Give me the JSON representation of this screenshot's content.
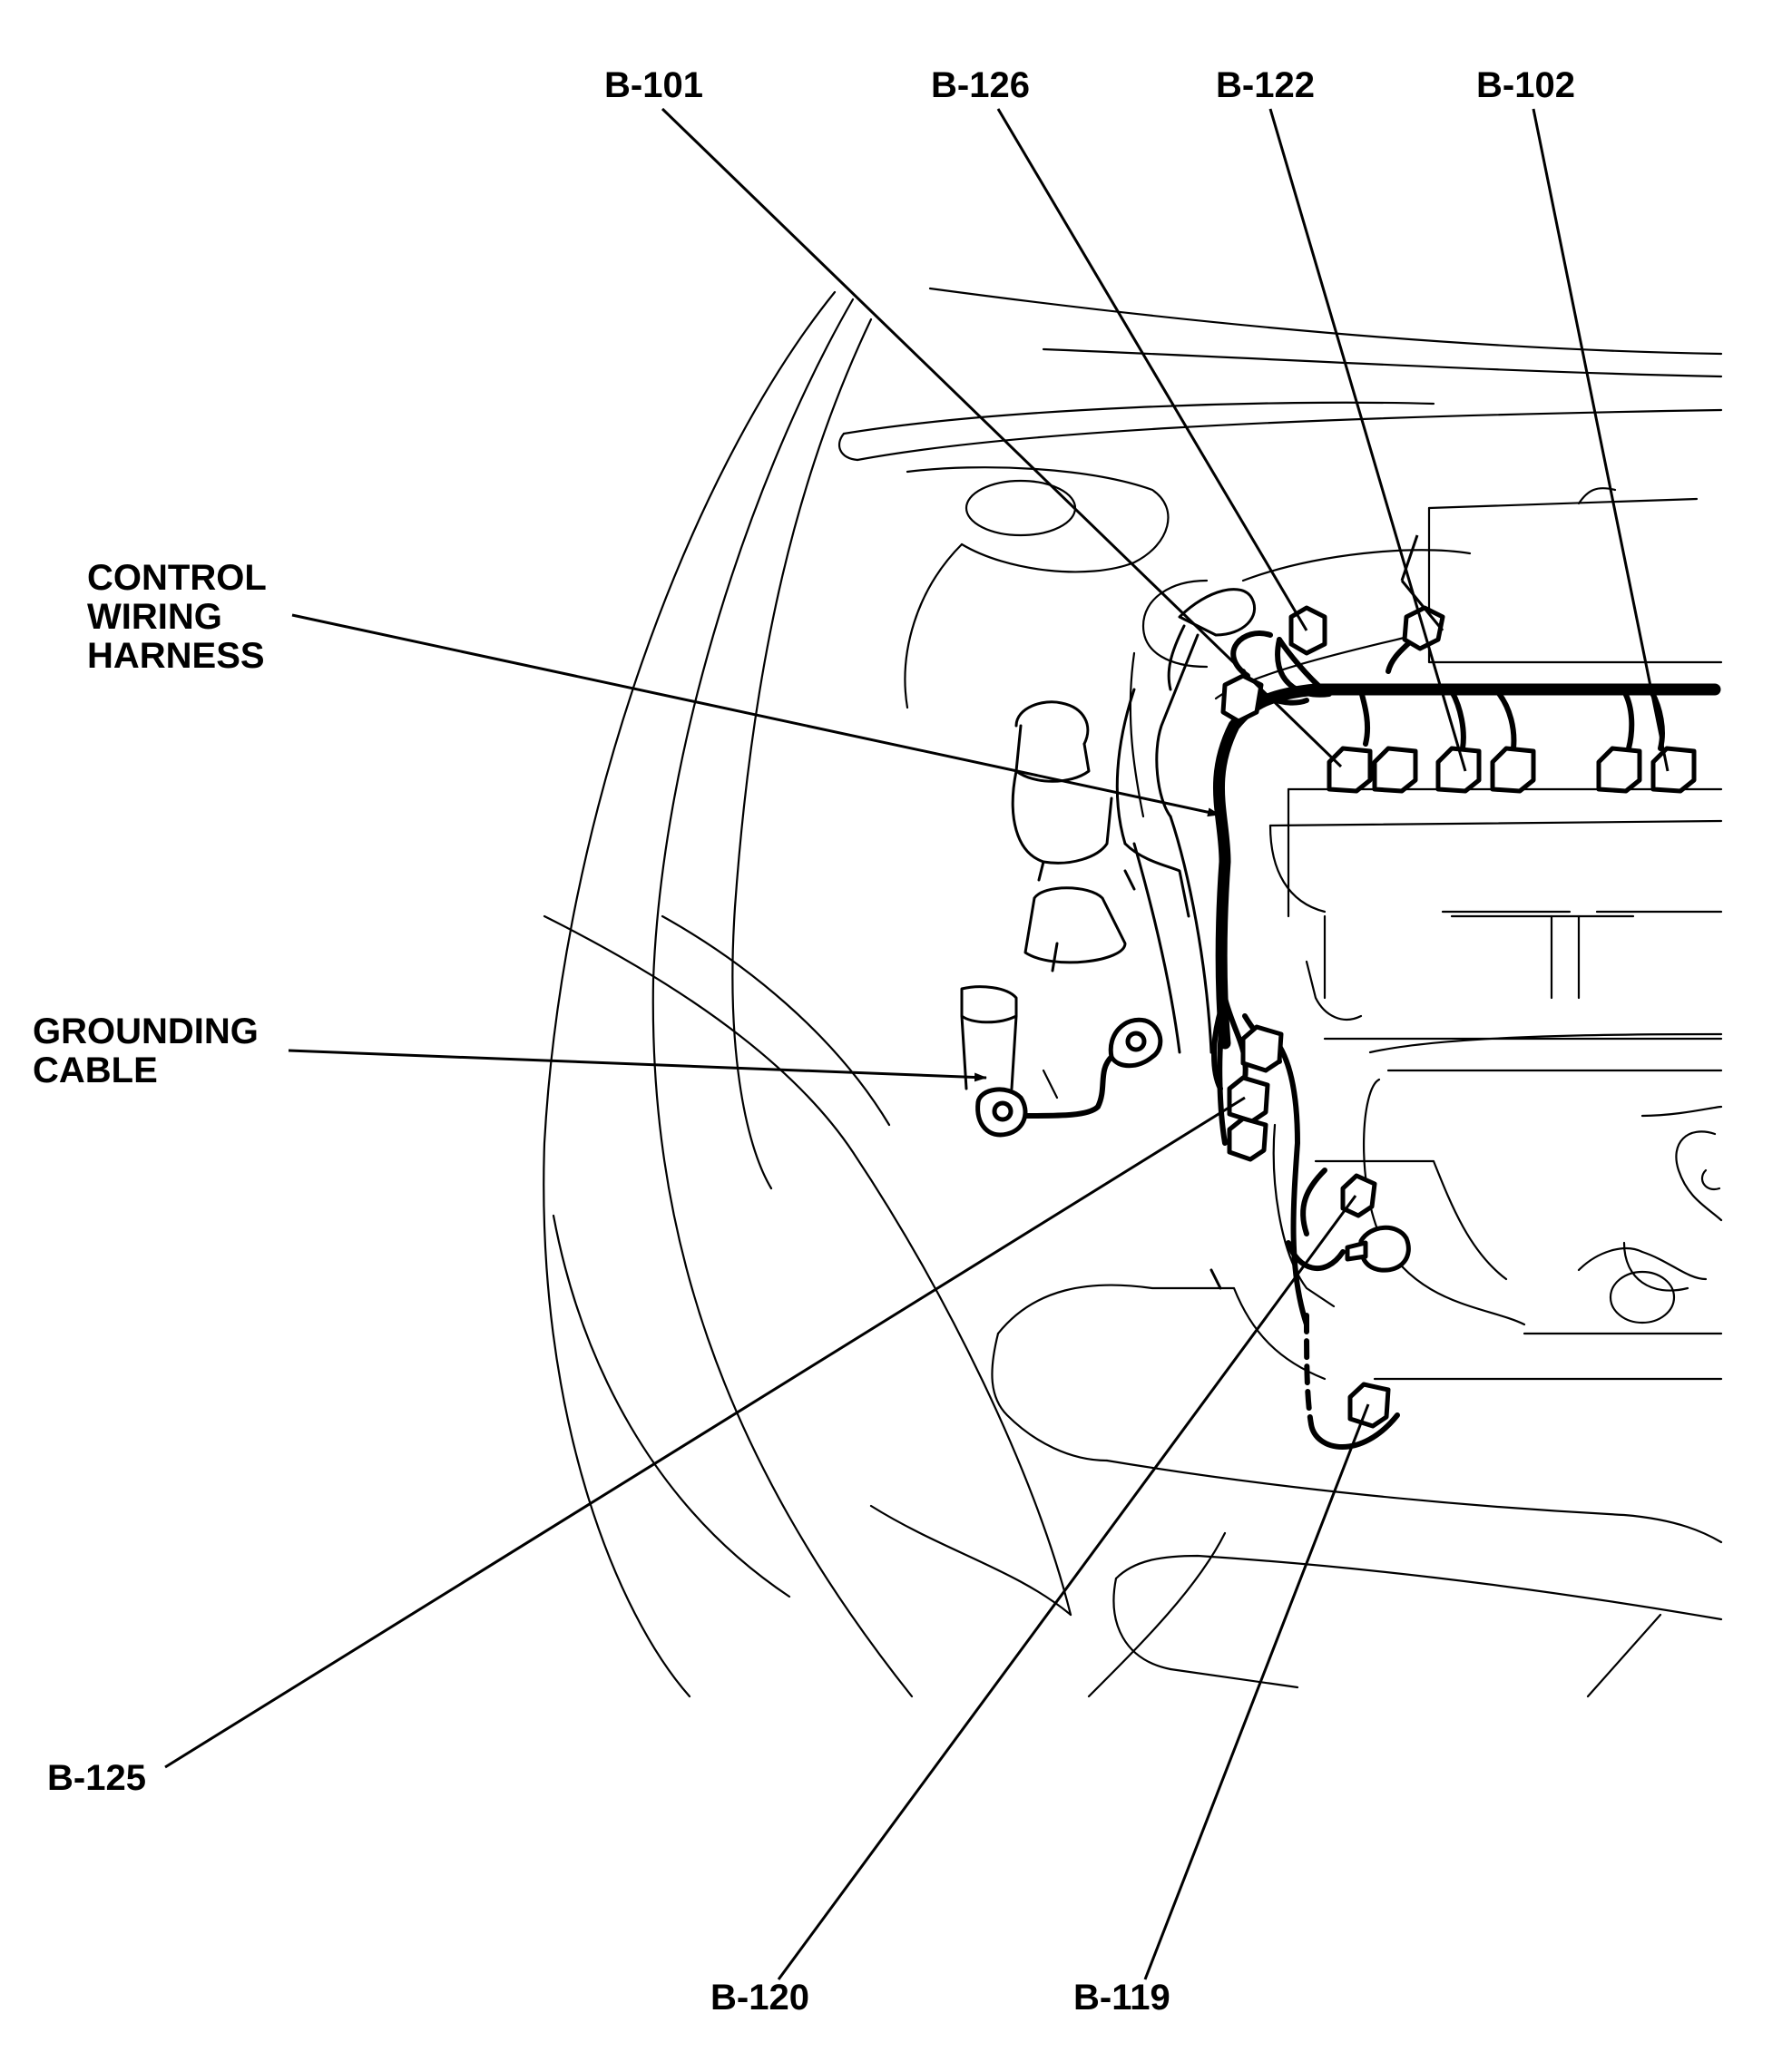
{
  "labels": {
    "b101": "B-101",
    "b126": "B-126",
    "b122": "B-122",
    "b102": "B-102",
    "control_line1": "CONTROL",
    "control_line2": "WIRING",
    "control_line3": "HARNESS",
    "grounding_line1": "GROUNDING",
    "grounding_line2": "CABLE",
    "b125": "B-125",
    "b120": "B-120",
    "b119": "B-119"
  },
  "colors": {
    "ink": "#000000",
    "paper": "#ffffff"
  }
}
